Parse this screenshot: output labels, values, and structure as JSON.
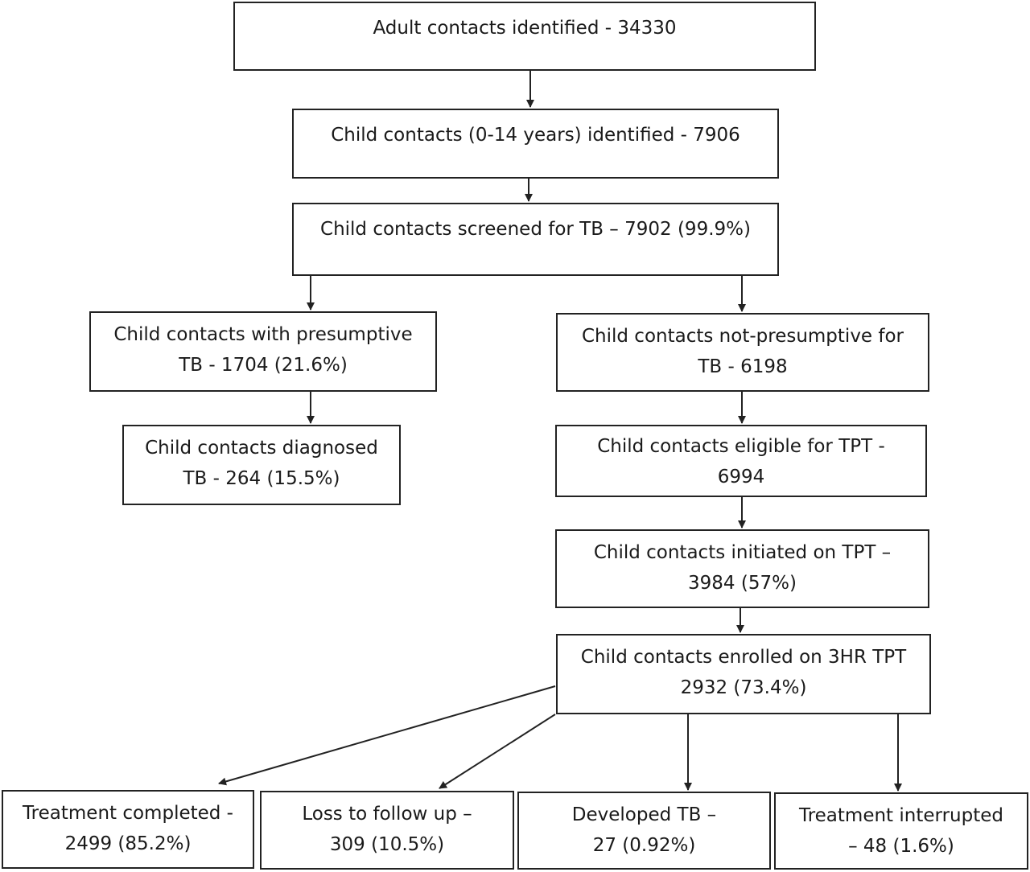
{
  "boxes": {
    "adult_contacts": {
      "lines": [
        "Adult contacts identified - 34330"
      ]
    },
    "child_identified": {
      "lines": [
        "Child contacts (0-14 years) identified - 7906"
      ]
    },
    "child_screened": {
      "lines": [
        "Child contacts screened for TB – 7902 (99.9%)"
      ]
    },
    "presumptive": {
      "lines": [
        "Child contacts with presumptive",
        "TB - 1704 (21.6%)"
      ]
    },
    "not_presumptive": {
      "lines": [
        "Child contacts not-presumptive for",
        "TB - 6198"
      ]
    },
    "diagnosed": {
      "lines": [
        "Child contacts diagnosed",
        "TB - 264 (15.5%)"
      ]
    },
    "eligible_tpt": {
      "lines": [
        "Child contacts eligible for TPT -",
        "6994"
      ]
    },
    "initiated_tpt": {
      "lines": [
        "Child contacts initiated on TPT –",
        "3984 (57%)"
      ]
    },
    "enrolled_3hr": {
      "lines": [
        "Child contacts enrolled on 3HR TPT",
        "2932 (73.4%)"
      ]
    },
    "completed": {
      "lines": [
        "Treatment completed -",
        "2499 (85.2%)"
      ]
    },
    "loss_followup": {
      "lines": [
        "Loss to follow up –",
        "309 (10.5%)"
      ]
    },
    "developed_tb": {
      "lines": [
        "Developed TB –",
        "27 (0.92%)"
      ]
    },
    "interrupted": {
      "lines": [
        "Treatment interrupted",
        "– 48 (1.6%)"
      ]
    }
  },
  "colors": {
    "line": "#222222",
    "box_border": "#222222",
    "background": "#ffffff"
  }
}
